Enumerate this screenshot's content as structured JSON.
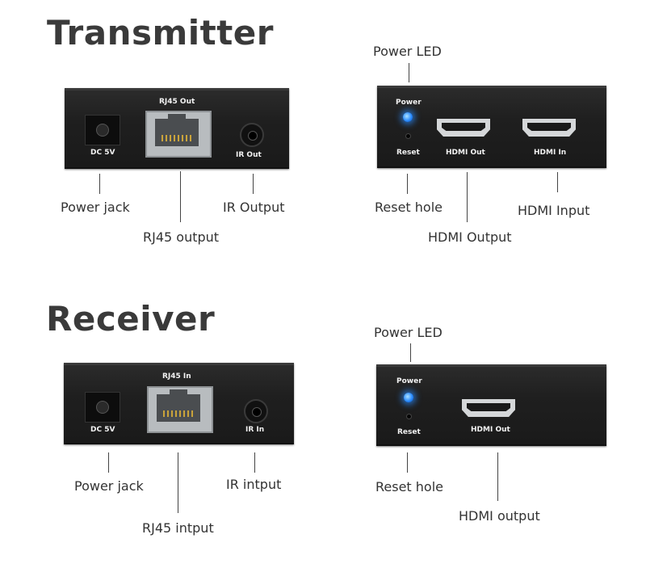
{
  "transmitter": {
    "title": "Transmitter",
    "left_panel": {
      "port_labels": {
        "dc": "DC 5V",
        "rj45": "RJ45 Out",
        "ir": "IR Out"
      },
      "callouts": {
        "power_jack": "Power jack",
        "rj45": "RJ45 output",
        "ir": "IR Output"
      }
    },
    "right_panel": {
      "port_labels": {
        "power": "Power",
        "reset": "Reset",
        "hdmi_out": "HDMI Out",
        "hdmi_in": "HDMI In"
      },
      "callouts": {
        "power_led": "Power LED",
        "reset": "Reset hole",
        "hdmi_out": "HDMI Output",
        "hdmi_in": "HDMI Input"
      }
    }
  },
  "receiver": {
    "title": "Receiver",
    "left_panel": {
      "port_labels": {
        "dc": "DC 5V",
        "rj45": "RJ45 In",
        "ir": "IR In"
      },
      "callouts": {
        "power_jack": "Power jack",
        "rj45": "RJ45 intput",
        "ir": "IR intput"
      }
    },
    "right_panel": {
      "port_labels": {
        "power": "Power",
        "reset": "Reset",
        "hdmi_out": "HDMI Out"
      },
      "callouts": {
        "power_led": "Power LED",
        "reset": "Reset hole",
        "hdmi_out": "HDMI output"
      }
    }
  },
  "colors": {
    "device_body": "#1f1f1f",
    "led": "#2b8cff",
    "rj45_metal": "#b8bcbf",
    "text": "#333333"
  }
}
